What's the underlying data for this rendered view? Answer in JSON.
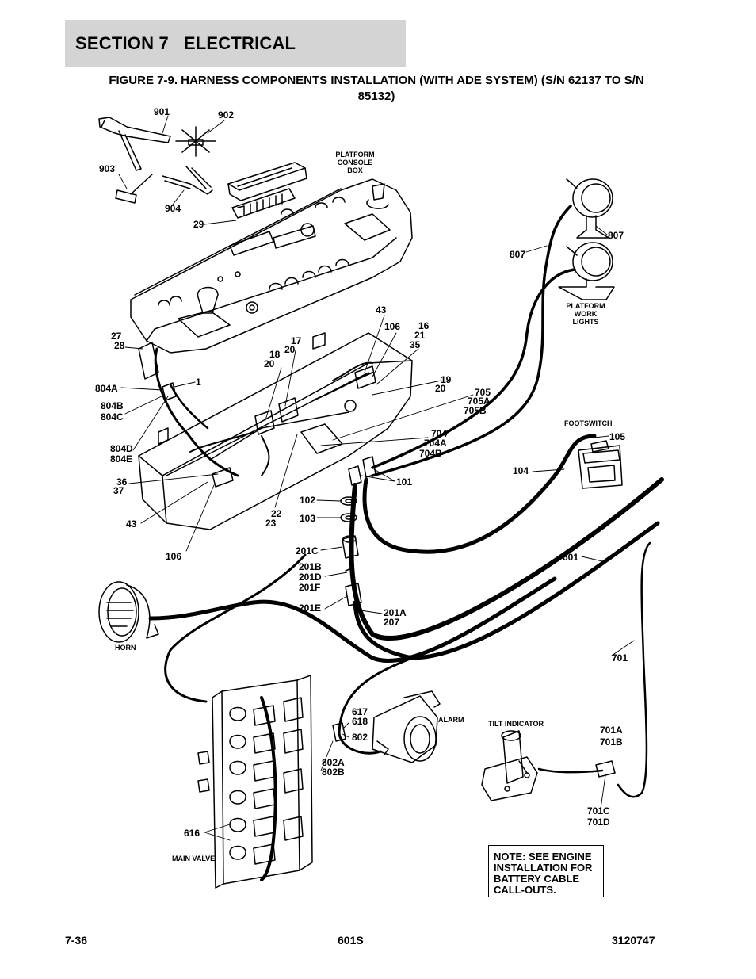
{
  "header": {
    "section": "SECTION 7   ELECTRICAL"
  },
  "figure": {
    "title_line1": "FIGURE 7-9. HARNESS COMPONENTS INSTALLATION (WITH ADE SYSTEM) (S/N 62137 TO S/N",
    "title_line2": "85132)"
  },
  "captions": {
    "platform_console_box": [
      "PLATFORM",
      "CONSOLE",
      "BOX"
    ],
    "platform_work_lights": [
      "PLATFORM",
      "WORK",
      "LIGHTS"
    ],
    "footswitch": "FOOTSWITCH",
    "horn": "HORN",
    "alarm": "ALARM",
    "tilt_indicator": "TILT INDICATOR",
    "main_valve": "MAIN VALVE"
  },
  "callouts": {
    "c901": "901",
    "c902": "902",
    "c903": "903",
    "c904": "904",
    "c29": "29",
    "c27": "27",
    "c28": "28",
    "c804a": "804A",
    "c1": "1",
    "c804b": "804B",
    "c804c": "804C",
    "c804d": "804D",
    "c804e": "804E",
    "c36": "36",
    "c37": "37",
    "c43a": "43",
    "c106a": "106",
    "c18": "18",
    "c20a": "20",
    "c17": "17",
    "c20b": "20",
    "c43b": "43",
    "c106b": "106",
    "c16": "16",
    "c21": "21",
    "c35": "35",
    "c19": "19",
    "c20c": "20",
    "c705": "705",
    "c705a": "705A",
    "c705b": "705B",
    "c704": "704",
    "c704a": "704A",
    "c704b": "704B",
    "c22": "22",
    "c23": "23",
    "c101": "101",
    "c102": "102",
    "c103": "103",
    "c201c": "201C",
    "c201b": "201B",
    "c201d": "201D",
    "c201f": "201F",
    "c201e": "201E",
    "c201a": "201A",
    "c207": "207",
    "c807a": "807",
    "c807b": "807",
    "c105": "105",
    "c104": "104",
    "c601": "601",
    "c701": "701",
    "c617": "617",
    "c618": "618",
    "c802": "802",
    "c802a": "802A",
    "c802b": "802B",
    "c701a": "701A",
    "c701b": "701B",
    "c701c": "701C",
    "c701d": "701D",
    "c616": "616"
  },
  "note": {
    "line1": "NOTE: SEE ENGINE",
    "line2": "INSTALLATION FOR",
    "line3": "BATTERY CABLE",
    "line4": "CALL-OUTS."
  },
  "footer": {
    "page": "7-36",
    "model": "601S",
    "doc_number": "3120747"
  }
}
